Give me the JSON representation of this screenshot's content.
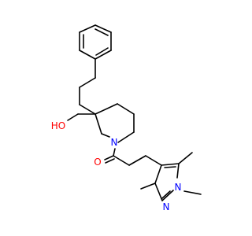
{
  "molecule": {
    "colors": {
      "bond": "#000000",
      "oxygen": "#ff0000",
      "nitrogen": "#0000ff",
      "background": "#ffffff"
    },
    "labels": {
      "hydroxyl": "HO",
      "carbonyl_oxygen": "O",
      "piperidine_nitrogen": "N",
      "pyrazole_n1": "N",
      "pyrazole_n2": "N"
    }
  }
}
